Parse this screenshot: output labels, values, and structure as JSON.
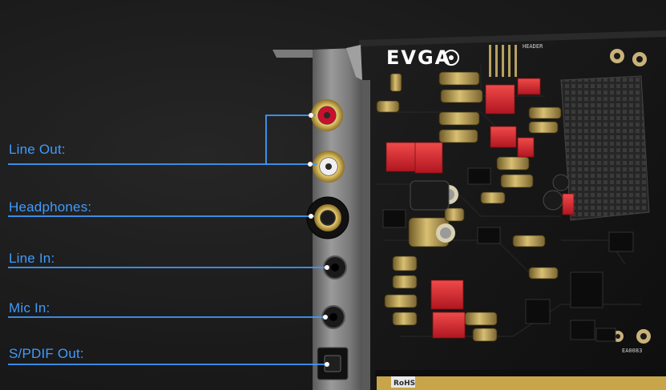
{
  "labels": {
    "line_out": "Line Out:",
    "headphones": "Headphones:",
    "line_in": "Line In:",
    "mic_in": "Mic In:",
    "spdif_out": "S/PDIF Out:"
  },
  "board": {
    "brand": "EVGA",
    "header_silk": "HEADER",
    "model_silk": "EA0083",
    "rohs_silk": "RoHS"
  },
  "colors": {
    "label_blue": "#3f9bff",
    "pcb": "#141414",
    "bracket": "#8a8a8a",
    "capacitor_gold": "#b89a4a",
    "relay_red": "#d8222c"
  }
}
